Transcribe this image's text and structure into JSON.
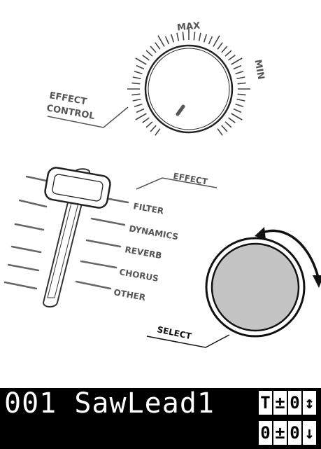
{
  "effect_control": {
    "label_line1": "EFFECT",
    "label_line2": "CONTROL",
    "max_label": "MAX",
    "min_label": "MIN"
  },
  "effect_slider": {
    "title": "EFFECT",
    "options": [
      "FILTER",
      "DYNAMICS",
      "REVERB",
      "CHORUS",
      "OTHER"
    ]
  },
  "select_dial": {
    "label": "SELECT"
  },
  "lcd": {
    "line1": "001 SawLead1",
    "row1_icons": [
      "T",
      "±",
      "0",
      "↕"
    ],
    "row2_icons": [
      "0",
      "±",
      "0",
      "↓"
    ]
  },
  "colors": {
    "dial_fill": "#c4c4c4",
    "label_gray": "#555555",
    "lcd_background": "#000000"
  }
}
